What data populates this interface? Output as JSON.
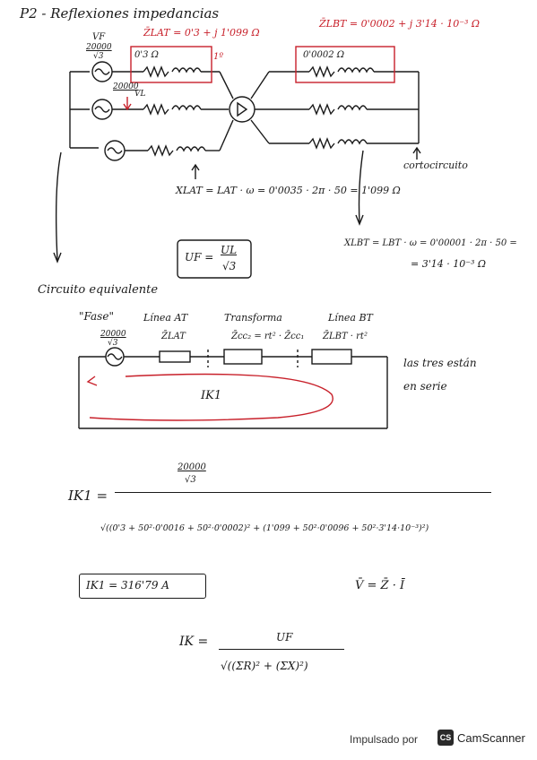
{
  "title": "P2 - Reflexiones impedancias",
  "circuit1": {
    "source_top": "20000",
    "source_bottom": "√3",
    "source_label": "VF",
    "source2_top": "20000",
    "source2_label": "VL",
    "z_lat": "Z̄LAT = 0'3 + j 1'099 Ω",
    "r_lat": "0'3 Ω",
    "marker": "1º",
    "z_lbt": "Z̄LBT = 0'0002 + j 3'14 · 10⁻³ Ω",
    "r_lbt": "0'0002 Ω",
    "cortocircuito": "cortocircuito",
    "xl_at": "XLAT = LAT · ω = 0'0035 · 2π · 50 = 1'099 Ω",
    "xl_bt_1": "XLBT = LBT · ω = 0'00001 · 2π · 50 =",
    "xl_bt_2": "= 3'14 · 10⁻³ Ω",
    "uf_formula_num": "UL",
    "uf_formula_lhs": "UF =",
    "uf_formula_den": "√3"
  },
  "circuit2": {
    "heading": "Circuito equivalente",
    "fase": "\"Fase\"",
    "linea_at": "Línea AT",
    "transforma": "Transforma",
    "linea_bt": "Línea BT",
    "source_top": "20000",
    "source_bottom": "√3",
    "z_lat": "Z̄LAT",
    "z_cc": "Z̄cc₂ = rt² · Z̄cc₁",
    "z_lbt": "Z̄LBT · rt²",
    "ik1": "IK1",
    "serie_1": "las tres están",
    "serie_2": "en serie"
  },
  "calc": {
    "ik_lhs": "IK1 =",
    "num_top": "20000",
    "num_bottom": "√3",
    "denominator": "√((0'3 + 50²·0'0016 + 50²·0'0002)² + (1'099 + 50²·0'0096 + 50²·3'14·10⁻³)²)",
    "result": "IK1 = 316'79 A",
    "ohm": "V̄ = Z̄ · Ī",
    "ik_general_lhs": "IK =",
    "ik_general_num": "UF",
    "ik_general_den": "√((ΣR)² + (ΣX)²)"
  },
  "footer": {
    "powered": "Impulsado por",
    "logo": "CS",
    "brand": "CamScanner"
  }
}
